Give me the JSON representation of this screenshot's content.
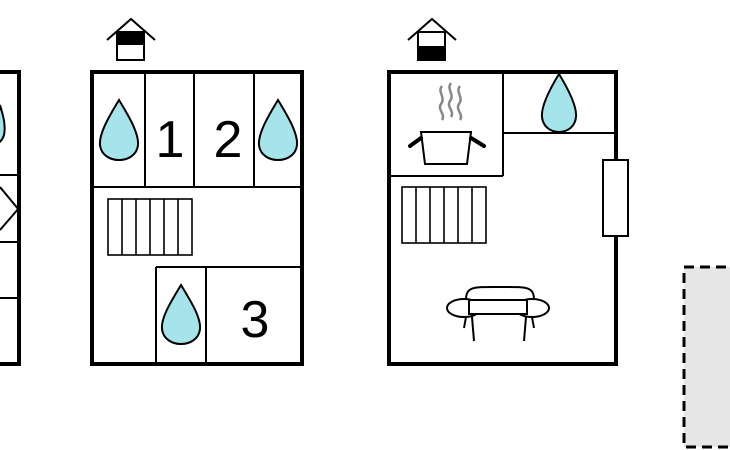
{
  "rooms": {
    "room_1": "1",
    "room_2": "2",
    "room_3": "3"
  },
  "icons": {
    "floor_marker": "house-floor-icon",
    "bathroom": "water-drop-icon",
    "kitchen": "cooking-pot-icon",
    "stairs": "stairs-icon",
    "living": "sofa-icon",
    "window": "window-icon"
  },
  "colors": {
    "water": "#a6e4ec",
    "outdoor_area": "#e6e6e6",
    "walls": "#000000"
  }
}
